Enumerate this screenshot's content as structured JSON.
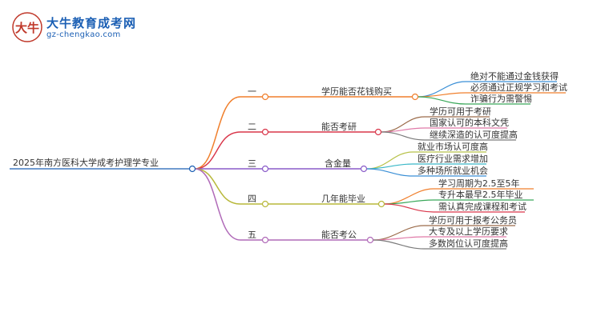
{
  "logo": {
    "title": "大牛教育成考网",
    "url": "gz-chengkao.com",
    "mark": "大牛"
  },
  "root": {
    "label": "2025年南方医科大学成考护理学专业"
  },
  "branches": [
    {
      "num": "一",
      "label": "学历能否花钱购买",
      "color": "#f07f2c",
      "leaves": [
        "绝对不能通过金钱获得",
        "必须通过正规学习和考试",
        "诈骗行为需警惕"
      ],
      "leaf_colors": [
        "#3a8fd6",
        "#f07f2c",
        "#3aa85a"
      ]
    },
    {
      "num": "二",
      "label": "能否考研",
      "color": "#d9364a",
      "leaves": [
        "学历可用于考研",
        "国家认可的本科文凭",
        "继续深造的认可度提高"
      ],
      "leaf_colors": [
        "#9b6b4a",
        "#e07aa8",
        "#7a7a7a"
      ]
    },
    {
      "num": "三",
      "label": "含金量",
      "color": "#8a5cc9",
      "leaves": [
        "就业市场认可度高",
        "医疗行业需求增加",
        "多种场所就业机会"
      ],
      "leaf_colors": [
        "#b8c24a",
        "#3ab8c8",
        "#3a8fd6"
      ]
    },
    {
      "num": "四",
      "label": "几年能毕业",
      "color": "#b8b83a",
      "leaves": [
        "学习周期为2.5至5年",
        "专升本最早2.5年毕业",
        "需认真完成课程和考试"
      ],
      "leaf_colors": [
        "#f07f2c",
        "#3aa85a",
        "#d9364a"
      ]
    },
    {
      "num": "五",
      "label": "能否考公",
      "color": "#b06ab8",
      "leaves": [
        "学历可用于报考公务员",
        "大专及以上学历要求",
        "多数岗位认可度提高"
      ],
      "leaf_colors": [
        "#9b6b4a",
        "#e07aa8",
        "#7a7a7a"
      ]
    }
  ],
  "colors": {
    "root_line": "#1b5fb4"
  }
}
